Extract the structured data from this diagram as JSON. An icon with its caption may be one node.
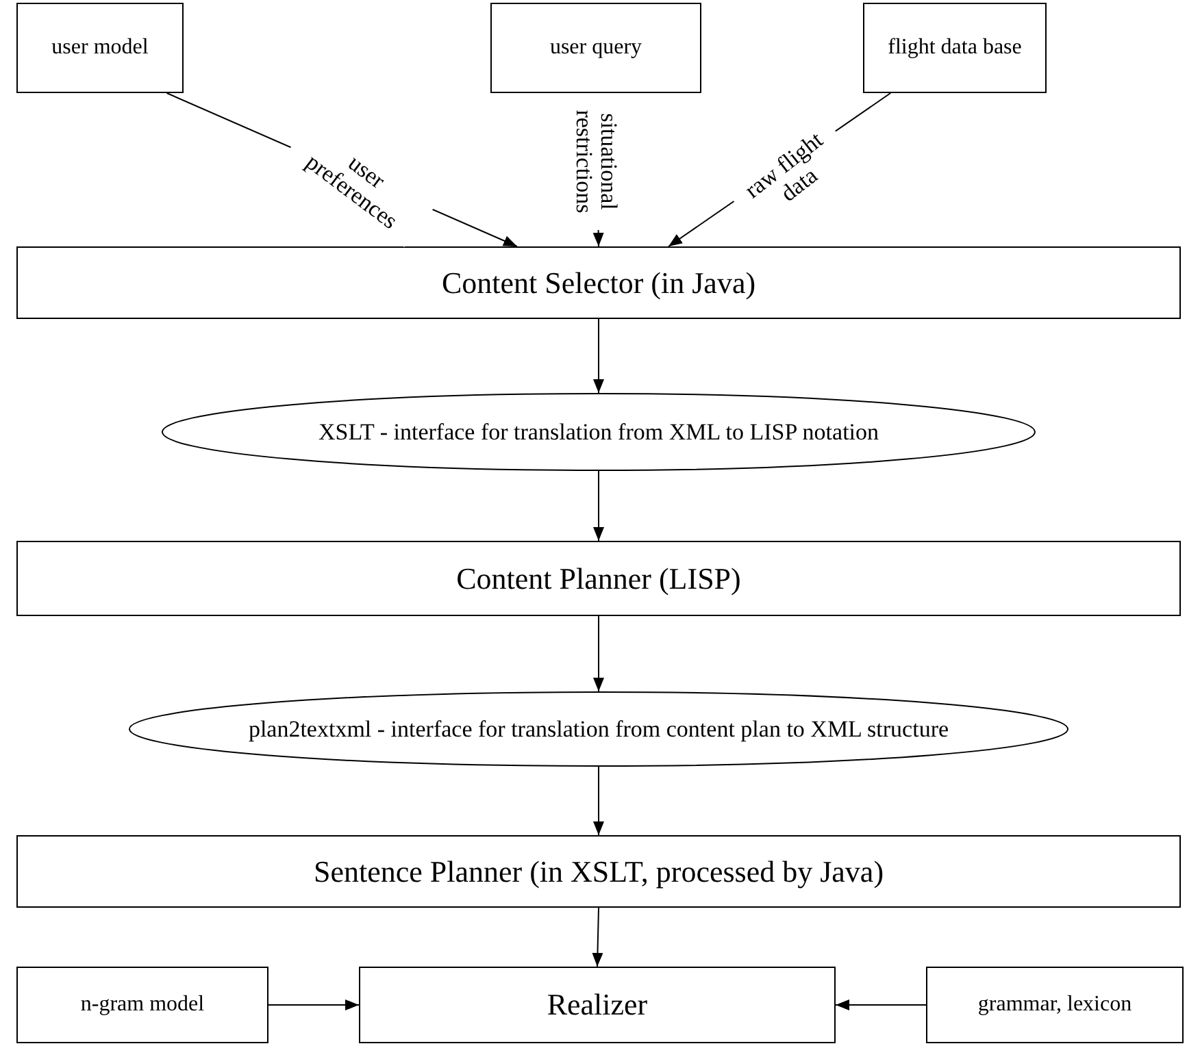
{
  "diagram": {
    "nodes": [
      {
        "text": [
          "user model"
        ]
      },
      {
        "text": [
          "user query"
        ]
      },
      {
        "text": [
          "flight data base"
        ]
      },
      {
        "text": [
          "Content Selector (in Java)"
        ]
      },
      {
        "text": [
          "XSLT - interface for translation from XML to LISP notation"
        ]
      },
      {
        "text": [
          "Content Planner (LISP)"
        ]
      },
      {
        "text": [
          "plan2textxml - interface for translation from content plan to XML structure"
        ]
      },
      {
        "text": [
          "Sentence Planner (in XSLT, processed by Java)"
        ]
      },
      {
        "text": [
          "n-gram model"
        ]
      },
      {
        "text": [
          "Realizer"
        ]
      },
      {
        "text": [
          "grammar, lexicon"
        ]
      }
    ],
    "edges": [
      {
        "from": 0,
        "to": 3,
        "arrow": "to",
        "label": "user preferences"
      },
      {
        "from": 1,
        "to": 3,
        "arrow": "to",
        "label": "situational restrictions"
      },
      {
        "from": 2,
        "to": 3,
        "arrow": "to",
        "label": "raw flight data"
      },
      {
        "from": 3,
        "to": 4,
        "arrow": "to"
      },
      {
        "from": 4,
        "to": 5,
        "arrow": "to"
      },
      {
        "from": 5,
        "to": 6,
        "arrow": "to"
      },
      {
        "from": 6,
        "to": 7,
        "arrow": "to"
      },
      {
        "from": 7,
        "to": 9,
        "arrow": "to"
      },
      {
        "from": 8,
        "to": 9,
        "arrow": "to"
      },
      {
        "from": 10,
        "to": 9,
        "arrow": "to"
      }
    ]
  }
}
